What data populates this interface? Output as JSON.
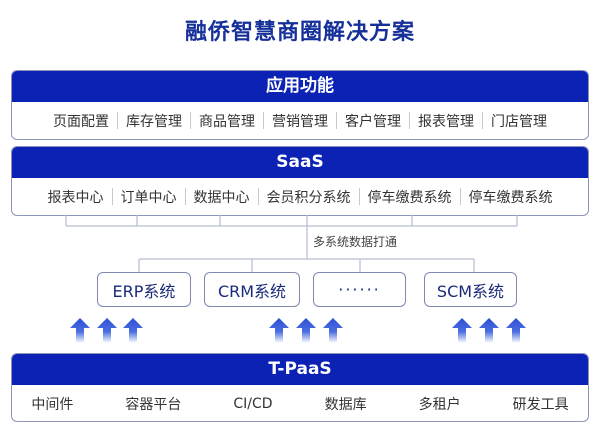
{
  "title": "融侨智慧商圈解决方案",
  "colors": {
    "title": "#16309a",
    "header_fill": "#0c22b5",
    "arrow": "#2b4fd6",
    "connector": "#b8bcd0"
  },
  "layers": {
    "app": {
      "title": "应用功能",
      "items": [
        "页面配置",
        "库存管理",
        "商品管理",
        "营销管理",
        "客户管理",
        "报表管理",
        "门店管理"
      ]
    },
    "saas": {
      "title": "SaaS",
      "items": [
        "报表中心",
        "订单中心",
        "数据中心",
        "会员积分系统",
        "停车缴费系统",
        "停车缴费系统"
      ]
    },
    "tpaas": {
      "title": "T-PaaS",
      "items": [
        "中间件",
        "容器平台",
        "CI/CD",
        "数据库",
        "多租户",
        "研发工具"
      ]
    }
  },
  "link_label": "多系统数据打通",
  "systems": [
    "ERP系统",
    "CRM系统",
    "······",
    "SCM系统"
  ],
  "arrow_icons": [
    "arrow-up-icon"
  ]
}
